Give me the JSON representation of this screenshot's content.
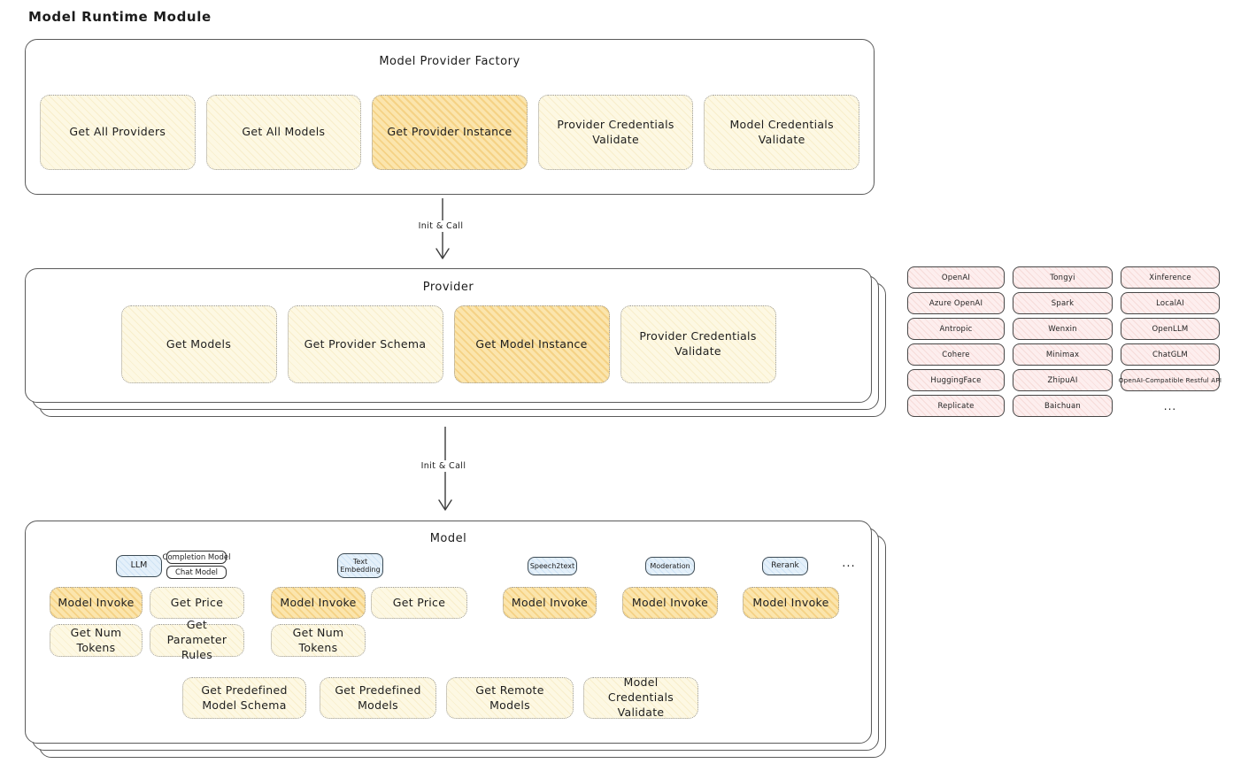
{
  "page_title": "Model Runtime Module",
  "colors": {
    "highlight_fill": "#f5d285",
    "button_fill": "#fdf8e3",
    "provider_chip_fill": "#fbe7e6",
    "tab_fill": "#d9e9f7",
    "outline": "#5a5a5a"
  },
  "arrow1_label": "Init & Call",
  "arrow2_label": "Init & Call",
  "factory": {
    "title": "Model Provider Factory",
    "buttons": [
      {
        "label": "Get All Providers",
        "highlighted": false
      },
      {
        "label": "Get All Models",
        "highlighted": false
      },
      {
        "label": "Get Provider Instance",
        "highlighted": true
      },
      {
        "label": "Provider Credentials Validate",
        "highlighted": false
      },
      {
        "label": "Model Credentials Validate",
        "highlighted": false
      }
    ]
  },
  "provider": {
    "title": "Provider",
    "buttons": [
      {
        "label": "Get Models",
        "highlighted": false
      },
      {
        "label": "Get Provider Schema",
        "highlighted": false
      },
      {
        "label": "Get Model Instance",
        "highlighted": true
      },
      {
        "label": "Provider Credentials Validate",
        "highlighted": false
      }
    ]
  },
  "providers": {
    "items": [
      "OpenAI",
      "Tongyi",
      "Xinference",
      "Azure OpenAI",
      "Spark",
      "LocalAI",
      "Antropic",
      "Wenxin",
      "OpenLLM",
      "Cohere",
      "Minimax",
      "ChatGLM",
      "HuggingFace",
      "ZhipuAI",
      "OpenAI-Compatible Restful API",
      "Replicate",
      "Baichuan"
    ],
    "more": "..."
  },
  "model": {
    "title": "Model",
    "tabs": {
      "llm": "LLM",
      "completion_model": "Completion Model",
      "chat_model": "Chat Model",
      "text_embedding": "Text Embedding",
      "speech2text": "Speech2text",
      "moderation": "Moderation",
      "rerank": "Rerank",
      "more": "..."
    },
    "llm": {
      "model_invoke": "Model Invoke",
      "get_price": "Get Price",
      "get_num_tokens": "Get Num Tokens",
      "get_parameter_rules": "Get Parameter Rules"
    },
    "text_embedding": {
      "model_invoke": "Model Invoke",
      "get_price": "Get Price",
      "get_num_tokens": "Get Num Tokens"
    },
    "speech2text": {
      "model_invoke": "Model Invoke"
    },
    "moderation": {
      "model_invoke": "Model Invoke"
    },
    "rerank": {
      "model_invoke": "Model Invoke"
    },
    "common": {
      "get_predefined_model_schema": "Get Predefined Model Schema",
      "get_predefined_models": "Get Predefined Models",
      "get_remote_models": "Get Remote Models",
      "model_credentials_validate": "Model Credentials Validate"
    }
  }
}
